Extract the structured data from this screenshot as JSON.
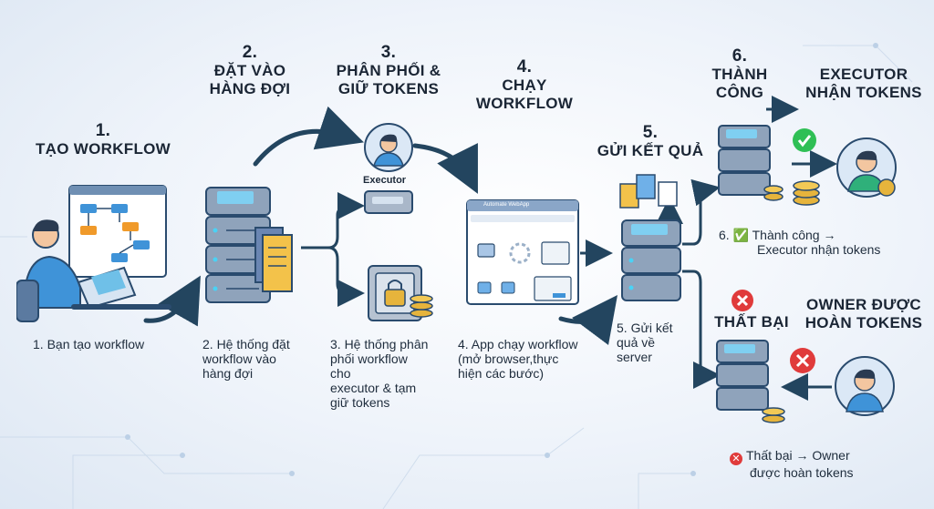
{
  "steps": {
    "s1": {
      "num": "1.",
      "title": "TẠO WORKFLOW",
      "caption": "1. Bạn tạo workflow"
    },
    "s2": {
      "num": "2.",
      "title_l1": "ĐẶT VÀO",
      "title_l2": "HÀNG ĐỢI",
      "caption_l1": "2. Hệ thống đặt",
      "caption_l2": "workflow vào",
      "caption_l3": "hàng đợi"
    },
    "s3": {
      "num": "3.",
      "title_l1": "PHÂN PHỐI &",
      "title_l2": "GIỮ TOKENS",
      "caption_l1": "3. Hệ thống phân",
      "caption_l2": "phối workflow",
      "caption_l3": "cho",
      "caption_l4": "executor & tạm",
      "caption_l5": "giữ tokens",
      "executor_label": "Executor"
    },
    "s4": {
      "num": "4.",
      "title_l1": "CHẠY",
      "title_l2": "WORKFLOW",
      "caption_l1": "4. App chạy workflow",
      "caption_l2": "(mở browser,thực",
      "caption_l3": "hiện các bước)",
      "browser_title": "Automate WebApp"
    },
    "s5": {
      "num": "5.",
      "title": "GỬI KẾT QUẢ",
      "caption_l1": "5. Gửi kết",
      "caption_l2": "quả về",
      "caption_l3": "server"
    },
    "s6": {
      "num": "6.",
      "success_l1": "THÀNH",
      "success_l2": "CÔNG",
      "arrow": "→",
      "executor_l1": "EXECUTOR",
      "executor_l2": "NHẬN TOKENS",
      "success_caption_l1": "6. ✅ Thành công →",
      "success_caption_l2": "Executor nhận tokens",
      "fail_title": "THẤT BẠI",
      "owner_l1": "OWNER ĐƯỢC",
      "owner_l2": "HOÀN TOKENS",
      "fail_caption_l1": "Thất bại → Owner",
      "fail_caption_l2": "được hoàn tokens"
    }
  },
  "colors": {
    "arrow": "#23455f",
    "success": "#2fbf55",
    "fail": "#e03b3b",
    "server": "#7f93ab",
    "coin": "#e6b43c",
    "person": "#3f93d8"
  },
  "icons": [
    "person-laptop-icon",
    "server-icon",
    "document-icon",
    "executor-person-icon",
    "safe-icon",
    "coin-icon",
    "browser-window-icon",
    "check-icon",
    "cross-icon"
  ]
}
